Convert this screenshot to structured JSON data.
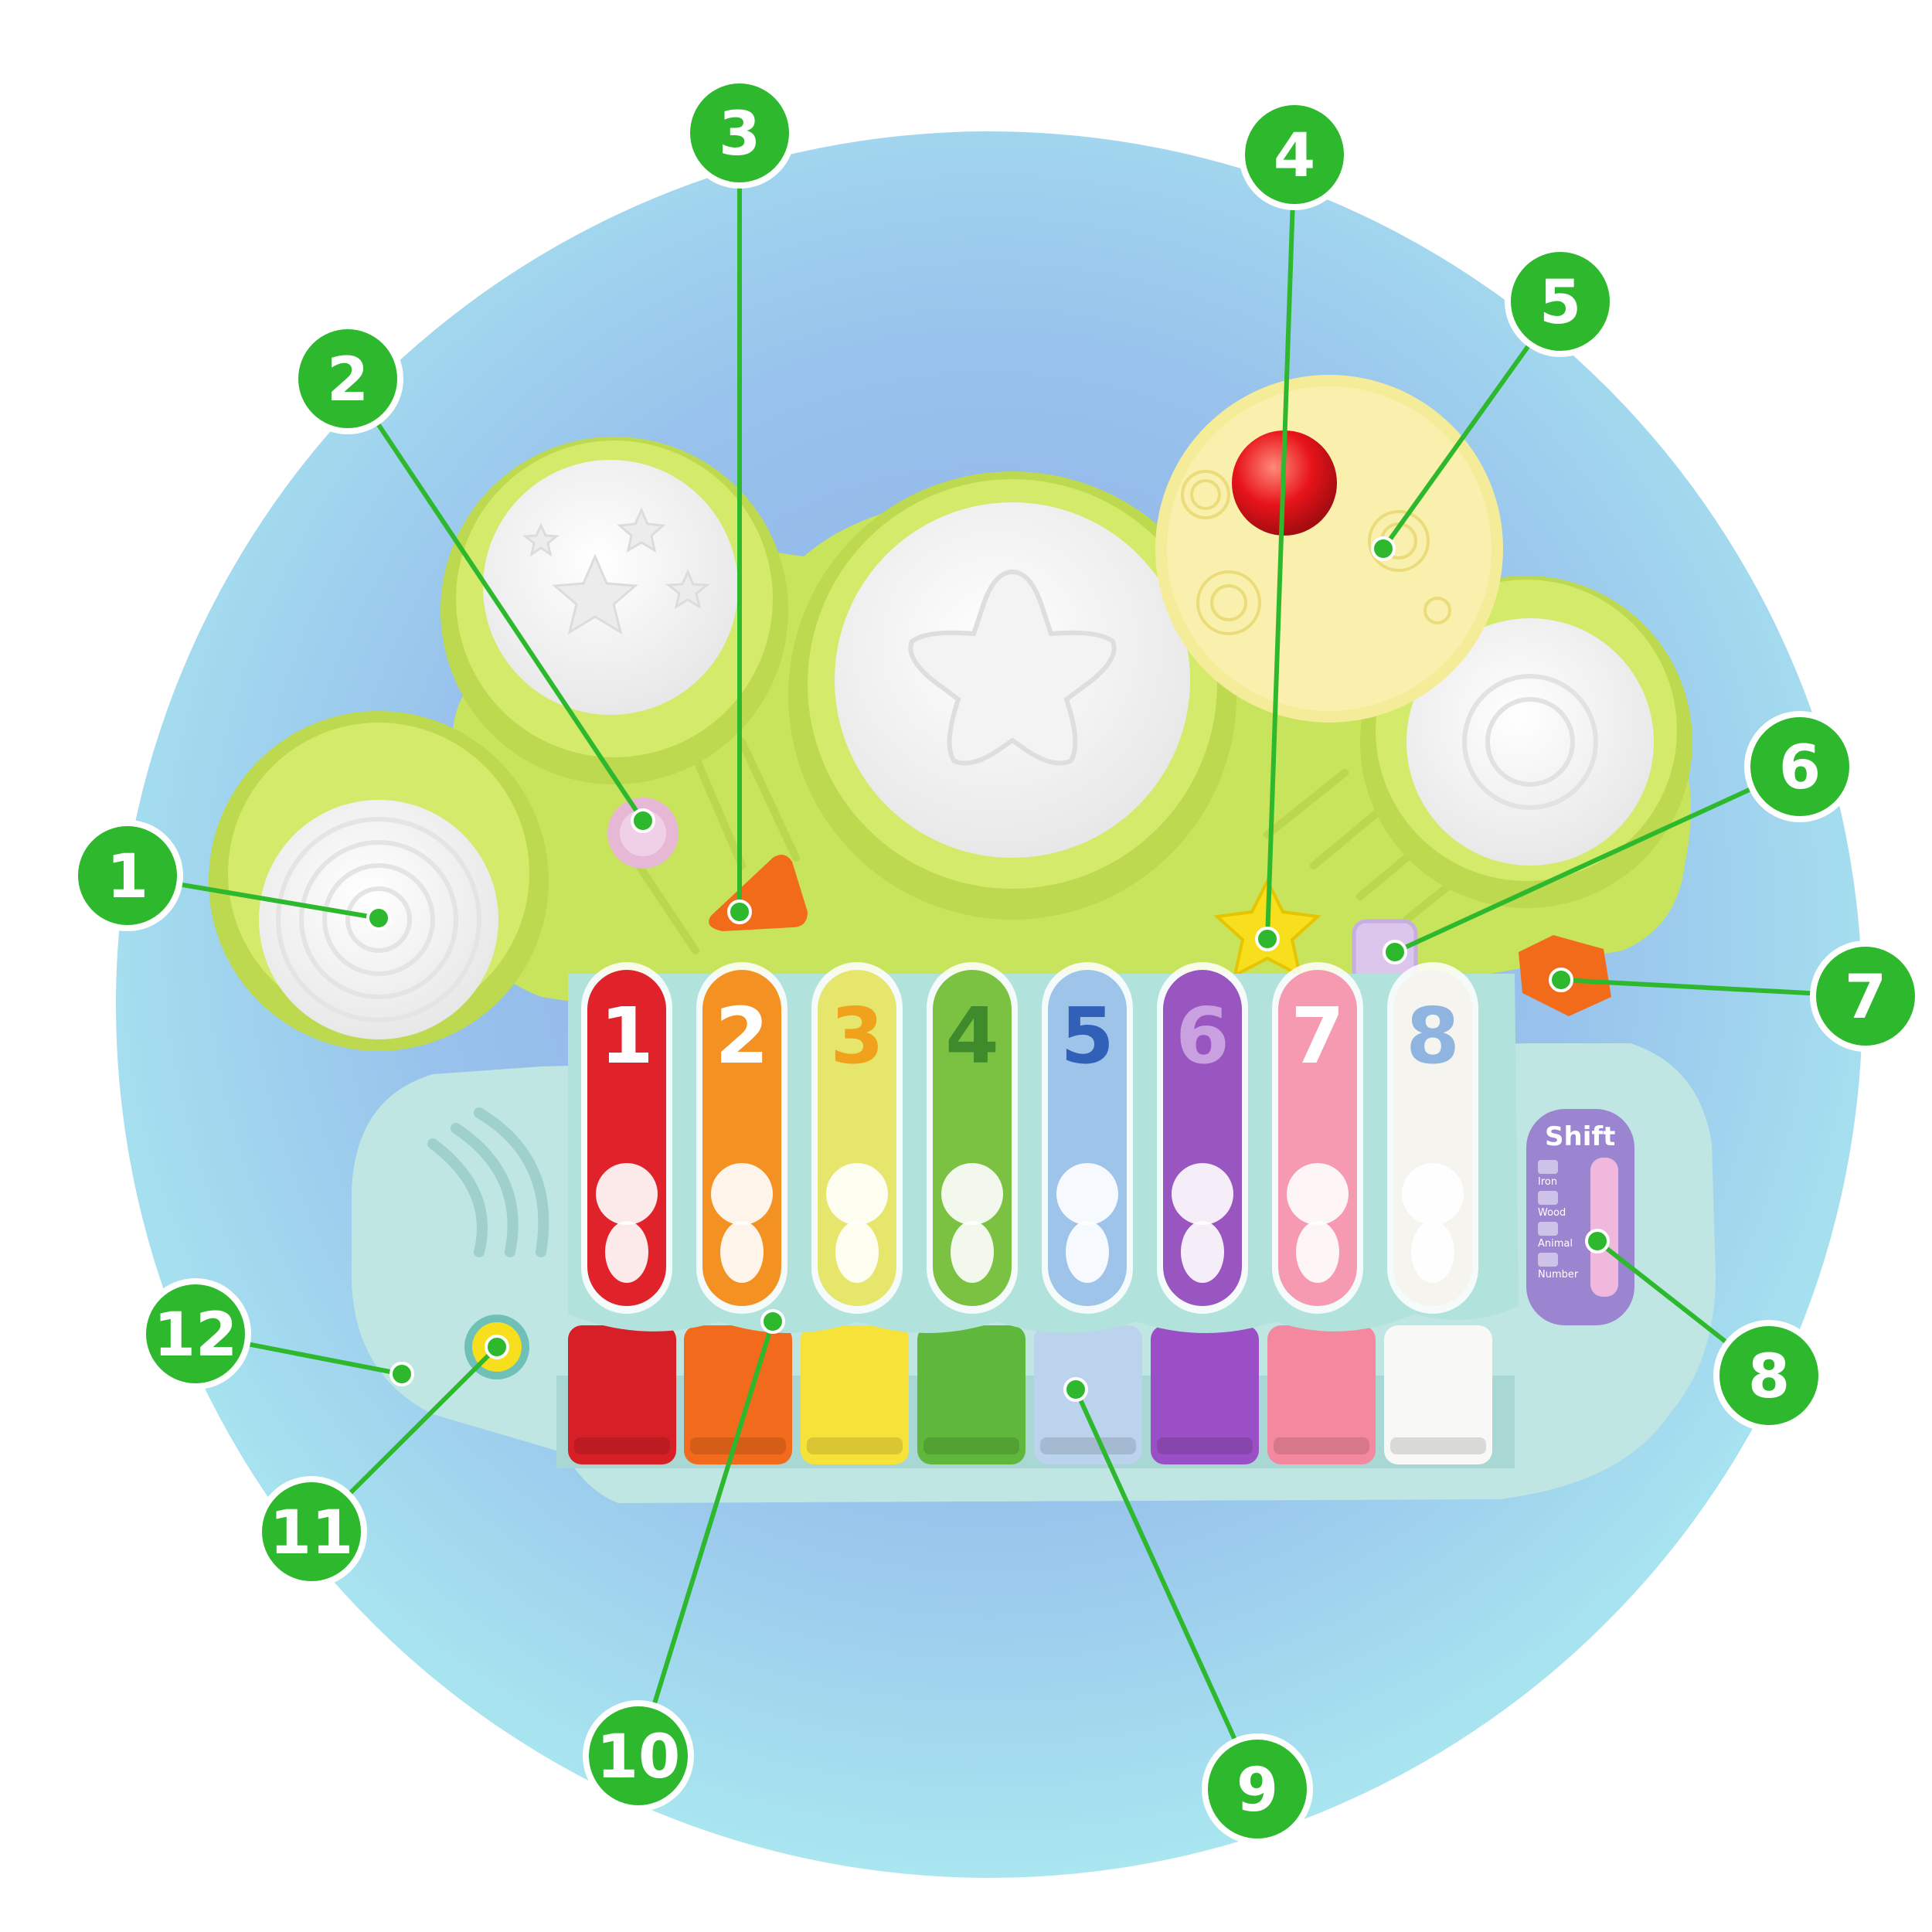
{
  "toy": {
    "name_hidden": "",
    "bar_keys": [
      {
        "number": "1",
        "color": "#e0232b",
        "text_color": "#ffffff"
      },
      {
        "number": "2",
        "color": "#f39222",
        "text_color": "#ffffff"
      },
      {
        "number": "3",
        "color": "#e6e56c",
        "text_color": "#f0a21c"
      },
      {
        "number": "4",
        "color": "#7cc242",
        "text_color": "#3f8a2a"
      },
      {
        "number": "5",
        "color": "#9ec4ea",
        "text_color": "#3160b8"
      },
      {
        "number": "6",
        "color": "#9a56c0",
        "text_color": "#c9a0e0"
      },
      {
        "number": "7",
        "color": "#f59ab0",
        "text_color": "#ffffff"
      },
      {
        "number": "8",
        "color": "#f6f4ee",
        "text_color": "#8fb4e0"
      }
    ],
    "piano_key_colors": [
      "#d71f27",
      "#f26a1b",
      "#f7e23a",
      "#5fb83b",
      "#bcd3ee",
      "#9a4fc6",
      "#f4889e",
      "#f8f8f6"
    ],
    "shift_panel": {
      "title": "Shift",
      "modes": [
        "Iron",
        "Wood",
        "Animal",
        "Number"
      ]
    }
  },
  "callouts": [
    {
      "number": "1",
      "label_hidden": ""
    },
    {
      "number": "2",
      "label_hidden": ""
    },
    {
      "number": "3",
      "label_hidden": ""
    },
    {
      "number": "4",
      "label_hidden": ""
    },
    {
      "number": "5",
      "label_hidden": ""
    },
    {
      "number": "6",
      "label_hidden": ""
    },
    {
      "number": "7",
      "label_hidden": ""
    },
    {
      "number": "8",
      "label_hidden": ""
    },
    {
      "number": "9",
      "label_hidden": ""
    },
    {
      "number": "10",
      "label_hidden": ""
    },
    {
      "number": "11",
      "label_hidden": ""
    },
    {
      "number": "12",
      "label_hidden": ""
    }
  ],
  "colors": {
    "callout_green": "#2eb82e",
    "toy_green": "#c5e25a",
    "base_mint": "#bfe6e2",
    "circle_top": "#a8e4ee",
    "circle_bottom": "#8fb0e8"
  }
}
